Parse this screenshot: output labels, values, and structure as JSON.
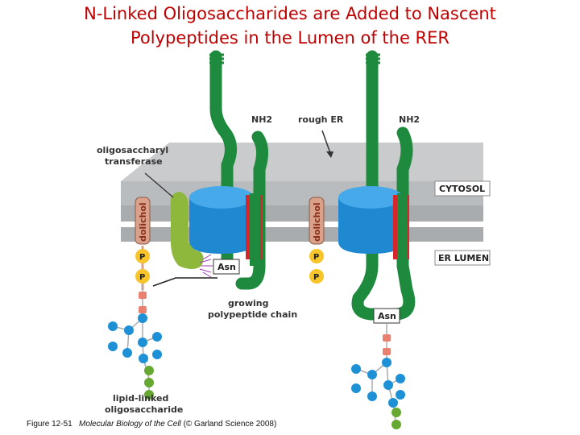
{
  "title_line1": "N-Linked Oligosaccharides are Added to Nascent",
  "title_line2": "Polypeptides in the Lumen of the RER",
  "labels": {
    "nh2_left": "NH2",
    "nh2_right": "NH2",
    "rough_er": "rough ER",
    "ost_line1": "oligosaccharyl",
    "ost_line2": "transferase",
    "cytosol": "CYTOSOL",
    "er_lumen": "ER LUMEN",
    "dolichol": "dolichol",
    "phosphate": "P",
    "asn": "Asn",
    "growing_line1": "growing",
    "growing_line2": "polypeptide chain",
    "lipid_line1": "lipid-linked",
    "lipid_line2": "oligosaccharide"
  },
  "caption": {
    "prefix": "Figure 12-51",
    "book": "Molecular Biology of the Cell",
    "suffix": "(© Garland Science 2008)"
  },
  "colors": {
    "title": "#c00000",
    "chain": "#1e8a3e",
    "translocon": "#1e88d0",
    "channel_red": "#d7262b",
    "membrane": "#b0b3b5",
    "dolichol": "#d9a08a",
    "transferase": "#8db83c",
    "phosphate": "#f7c52a",
    "sugar_blue": "#1e90d6",
    "sugar_green": "#66a832",
    "sugar_pink": "#e8816f"
  }
}
